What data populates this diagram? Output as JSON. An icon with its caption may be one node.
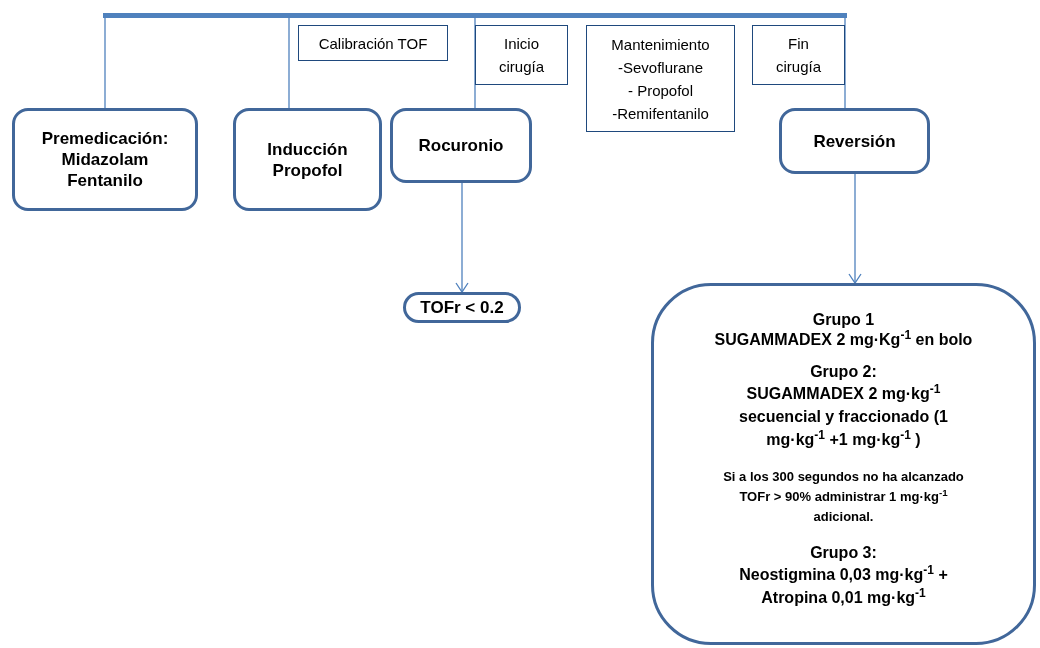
{
  "diagram": {
    "nodes": [
      {
        "text": [],
        "shape": "bar"
      },
      {
        "text": [
          "Calibración TOF"
        ]
      },
      {
        "text": [
          "Inicio cirugía"
        ]
      },
      {
        "text": [
          "Mantenimiento",
          "-Sevoflurane",
          "- Propofol",
          "-Remifentanilo"
        ]
      },
      {
        "text": [
          "Fin cirugía"
        ]
      },
      {
        "text": [
          "Premedicación: Midazolam Fentanilo"
        ]
      },
      {
        "text": [
          "Inducción Propofol"
        ]
      },
      {
        "text": [
          "Rocuronio"
        ]
      },
      {
        "text": [
          "Reversión"
        ]
      },
      {
        "text": [
          "TOFr < 0.2"
        ]
      },
      {
        "text": [
          "Grupo 1",
          "SUGAMMADEX 2 mg·Kg$^{-1}$ en bolo",
          "Grupo 2:",
          "SUGAMMADEX 2 mg·kg$^{-1}$ secuencial y fraccionado (1 mg·kg$^{-1}$ +1 mg·kg$^{-1}$ )",
          "Si a los 300 segundos no ha alcanzado TOFr > 90% administrar 1 mg·kg$^{-1}$ adicional.",
          "Grupo 3:",
          "Neostigmina 0,03 mg·kg$^{-1}$ + Atropina 0,01 mg·kg$^{-1}$"
        ]
      }
    ],
    "edges": [
      {
        "from": 0,
        "to": 5,
        "arrow": "none"
      },
      {
        "from": 0,
        "to": 6,
        "arrow": "none"
      },
      {
        "from": 0,
        "to": 7,
        "arrow": "none"
      },
      {
        "from": 0,
        "to": 8,
        "arrow": "none"
      },
      {
        "from": 7,
        "to": 9,
        "arrow": "to"
      },
      {
        "from": 8,
        "to": 10,
        "arrow": "to"
      }
    ]
  }
}
